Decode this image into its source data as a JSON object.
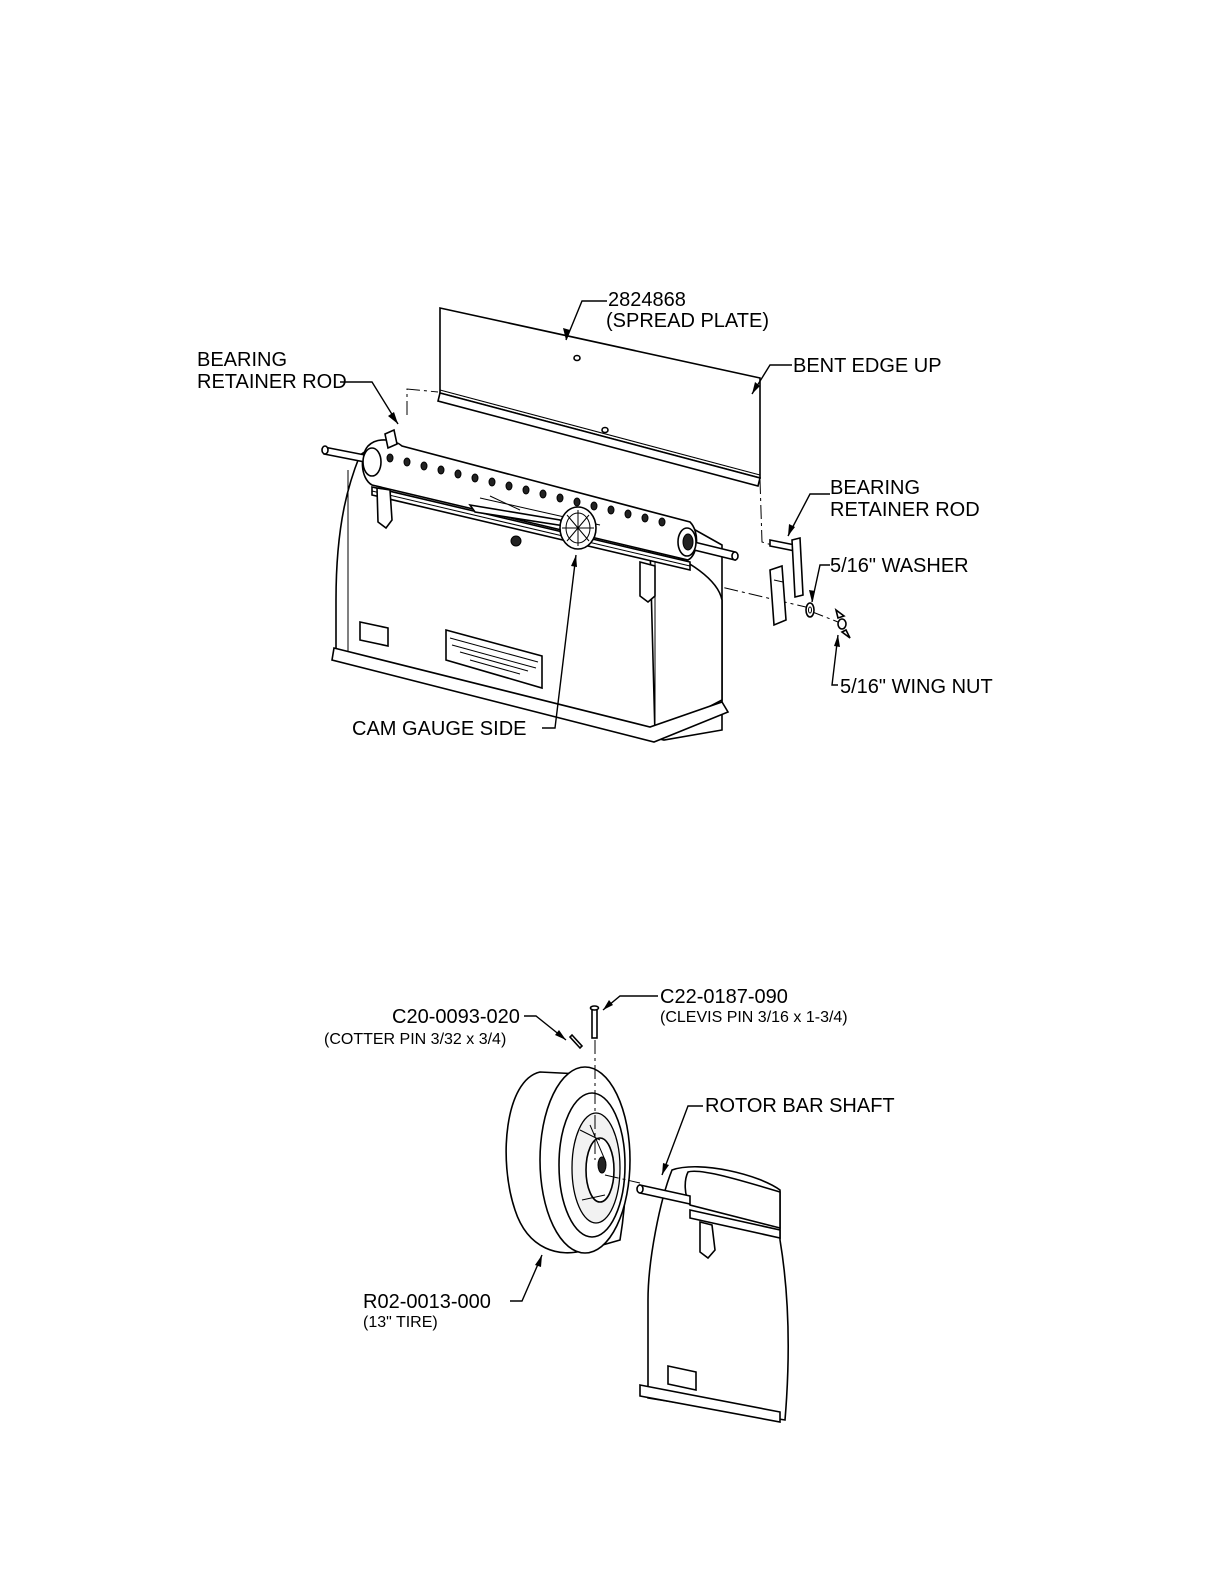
{
  "figure1": {
    "labels": {
      "spread_plate_part": "2824868",
      "spread_plate_name": "(SPREAD PLATE)",
      "bent_edge": "BENT EDGE UP",
      "bearing_rod_left_line1": "BEARING",
      "bearing_rod_left_line2": "RETAINER ROD",
      "bearing_rod_right_line1": "BEARING",
      "bearing_rod_right_line2": "RETAINER ROD",
      "washer": "5/16\" WASHER",
      "wing_nut": "5/16\" WING NUT",
      "cam_gauge": "CAM GAUGE SIDE"
    }
  },
  "figure2": {
    "labels": {
      "cotter_pin_part": "C20-0093-020",
      "cotter_pin_name": "(COTTER PIN 3/32 x 3/4)",
      "clevis_pin_part": "C22-0187-090",
      "clevis_pin_name": "(CLEVIS PIN 3/16 x 1-3/4)",
      "rotor_shaft": "ROTOR BAR SHAFT",
      "tire_part": "R02-0013-000",
      "tire_name": "(13\" TIRE)"
    }
  }
}
